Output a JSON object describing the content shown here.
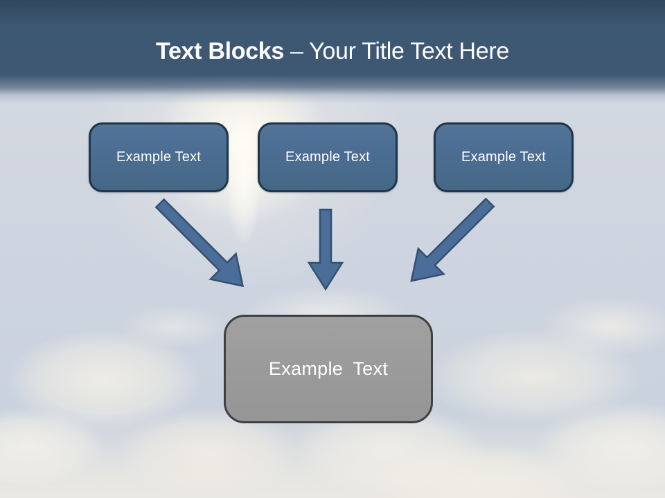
{
  "slide": {
    "title": {
      "bold": "Text Blocks",
      "regular": "– Your Title Text Here"
    },
    "top_blocks": [
      {
        "label": "Example Text"
      },
      {
        "label": "Example Text"
      },
      {
        "label": "Example Text"
      }
    ],
    "summary_block": {
      "label": "Example Text"
    },
    "arrows": [
      {
        "icon": "arrow-down-right-icon",
        "direction": "down-right",
        "from": "text-block-1",
        "to": "summary-block"
      },
      {
        "icon": "arrow-down-icon",
        "direction": "down",
        "from": "text-block-2",
        "to": "summary-block"
      },
      {
        "icon": "arrow-down-left-icon",
        "direction": "down-left",
        "from": "text-block-3",
        "to": "summary-block"
      }
    ],
    "colors": {
      "banner": "#3d5873",
      "block_fill": "#4b6d91",
      "block_border": "#20354a",
      "arrow_fill": "#4a6e99",
      "arrow_border": "#33506e",
      "summary_fill": "#9a9a9a",
      "summary_border": "#404040",
      "sky": "#d2d8e1",
      "cloud": "#f0ede5",
      "title_text": "#fdfdfe",
      "block_text": "#ffffff"
    },
    "background": "cloudy-sky-photo"
  }
}
